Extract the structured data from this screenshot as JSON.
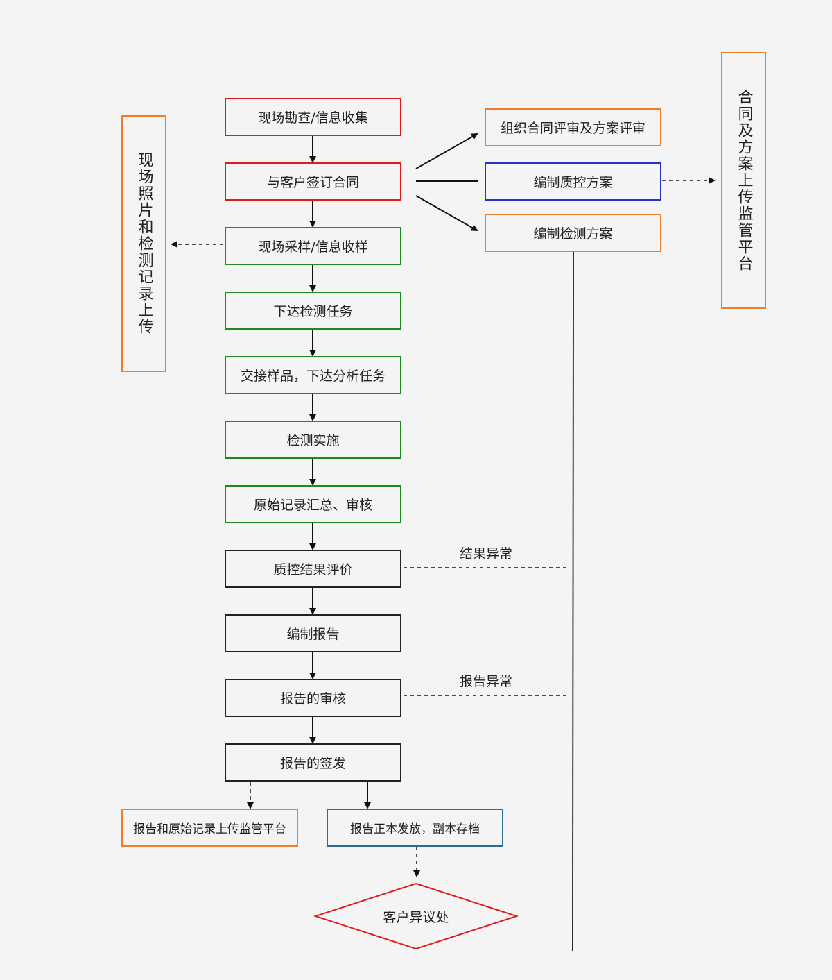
{
  "main_flow": {
    "step_1": "现场勘查/信息收集",
    "step_2": "与客户签订合同",
    "step_3": "现场采样/信息收样",
    "step_4": "下达检测任务",
    "step_5": "交接样品，下达分析任务",
    "step_6": "检测实施",
    "step_7": "原始记录汇总、审核",
    "step_8": "质控结果评价",
    "step_9": "编制报告",
    "step_10": "报告的审核",
    "step_11": "报告的签发"
  },
  "left_upload": {
    "text": "现场照片和检测记录上传"
  },
  "contract_branches": {
    "review": "组织合同评审及方案评审",
    "qc_plan": "编制质控方案",
    "test_plan": "编制检测方案"
  },
  "right_upload": {
    "text": "合同及方案上传监管平台"
  },
  "outcomes": {
    "upload_report": "报告和原始记录上传监管平台",
    "issue_report": "报告正本发放，副本存档",
    "customer_objection": "客户异议处"
  },
  "edge_labels": {
    "result_abnormal": "结果异常",
    "report_abnormal": "报告异常"
  },
  "colors": {
    "red": "#e21b1b",
    "green": "#1f8a1f",
    "black": "#222222",
    "orange": "#ef7d2c",
    "blue": "#2433c8",
    "teal": "#2a6f8f"
  }
}
